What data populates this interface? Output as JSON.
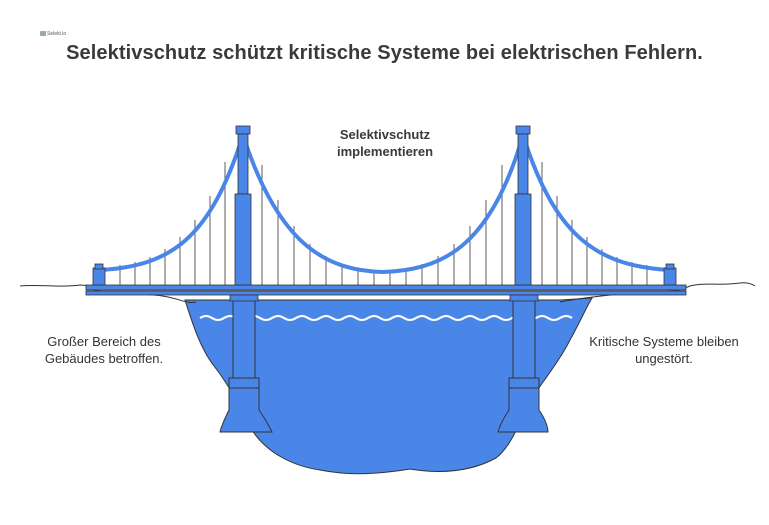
{
  "logo": {
    "text": "Selekt.io"
  },
  "title": "Selektivschutz schützt kritische Systeme bei elektrischen Fehlern.",
  "labels": {
    "center": "Selektivschutz implementieren",
    "left": "Großer Bereich des Gebäudes betroffen.",
    "right": "Kritische Systeme bleiben ungestört."
  },
  "colors": {
    "bridge": "#4a86e8",
    "water": "#4a86e8",
    "outline": "#333333"
  },
  "icons": [
    "suspension-bridge-illustration",
    "water-illustration"
  ]
}
